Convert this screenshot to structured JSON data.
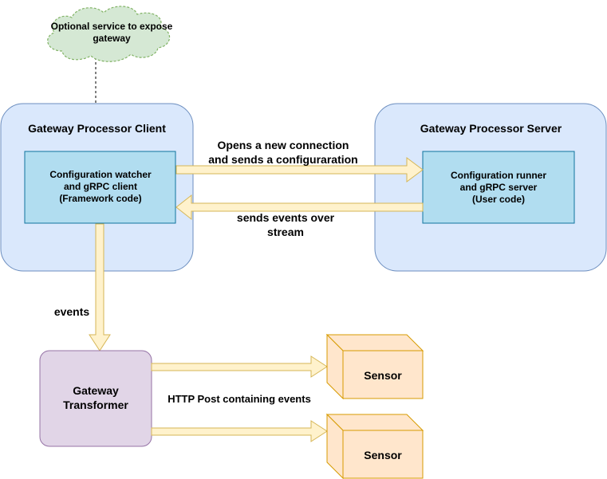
{
  "cloud": {
    "label": "Optional service to expose\ngateway"
  },
  "client": {
    "title": "Gateway Processor Client",
    "inner": "Configuration watcher\nand gRPC client\n(Framework code)"
  },
  "server": {
    "title": "Gateway Processor Server",
    "inner": "Configuration runner\nand gRPC server\n(User code)"
  },
  "edges": {
    "connection": "Opens a new connection\nand sends a configuraration",
    "events_stream": "sends events over\nstream",
    "events": "events",
    "http_post": "HTTP Post containing events"
  },
  "transformer": {
    "label": "Gateway\nTransformer"
  },
  "sensors": [
    {
      "label": "Sensor"
    },
    {
      "label": "Sensor"
    }
  ],
  "colors": {
    "blue_box_fill": "#dae8fc",
    "blue_box_stroke": "#6c8ebf",
    "inner_fill": "#b1ddf0",
    "inner_stroke": "#10739e",
    "cloud_fill": "#d5e8d4",
    "cloud_stroke": "#82b366",
    "transformer_fill": "#e1d5e7",
    "transformer_stroke": "#9673a6",
    "sensor_fill": "#ffe6cc",
    "sensor_stroke": "#d79b00",
    "arrow_fill": "#fff2cc",
    "arrow_stroke": "#d6b656"
  }
}
